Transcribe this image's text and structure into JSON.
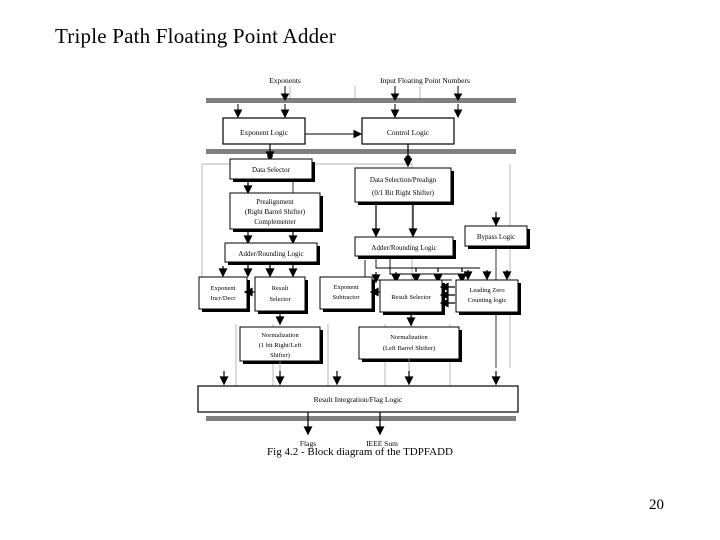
{
  "slide": {
    "title": "Triple Path Floating Point Adder",
    "page_number": "20"
  },
  "figure": {
    "caption": "Fig 4.2 - Block diagram of the TDPFADD",
    "top_labels": {
      "exponents": "Exponents",
      "input_numbers": "Input Floating Point Numbers"
    },
    "bottom_labels": {
      "flags": "Flags",
      "ieee_sum": "IEEE Sum"
    },
    "blocks": {
      "exponent_logic": "Exponent Logic",
      "control_logic": "Control Logic",
      "data_selector": "Data Selector",
      "prealignment_l1": "Prealignment",
      "prealignment_l2": "(Right Barrel Shifter)",
      "prealignment_l3": "Complementer",
      "adder_rounding_left": "Adder/Rounding Logic",
      "data_selection_prealign_l1": "Data Selection/Prealign",
      "data_selection_prealign_l2": "(0/1 Bit Right Shifter)",
      "adder_rounding_mid": "Adder/Rounding Logic",
      "bypass_logic": "Bypass Logic",
      "exponent_incr_decr_l1": "Exponent",
      "exponent_incr_decr_l2": "Incr/Decr",
      "result_selector_left_l1": "Result",
      "result_selector_left_l2": "Selector",
      "exponent_subtractor_l1": "Exponent",
      "exponent_subtractor_l2": "Subtractor",
      "result_selector_right": "Result Selector",
      "leading_zero_l1": "Leading Zero",
      "leading_zero_l2": "Counting logic",
      "normalization_left_l1": "Normalization",
      "normalization_left_l2": "(1 bit Right/Left",
      "normalization_left_l3": "Shifter)",
      "normalization_right_l1": "Normalization",
      "normalization_right_l2": "(Left Barrel Shifter)",
      "result_integration": "Result Integration/Flag Logic"
    },
    "colors": {
      "bus_bar": "#808080",
      "box_border": "#000000",
      "box_fill": "#ffffff",
      "shadow": "#000000",
      "line": "#000000",
      "thin_line": "#999999"
    }
  }
}
